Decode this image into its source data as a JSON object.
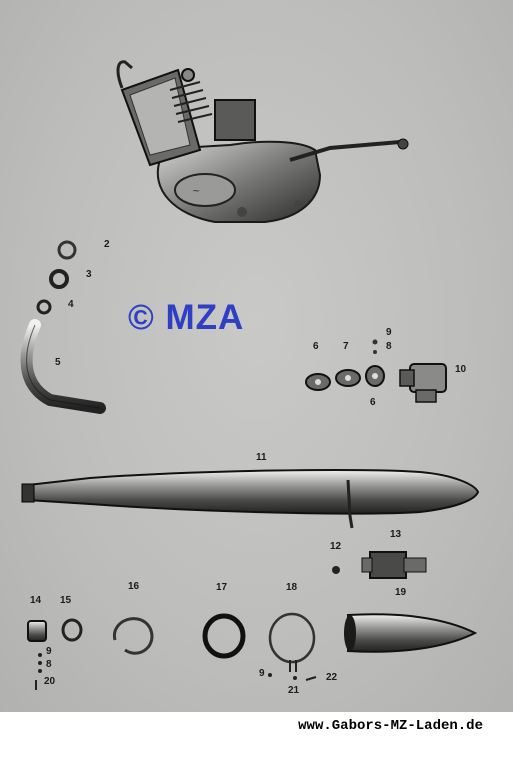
{
  "watermark": "© MZA",
  "footer_url": "www.Gabors-MZ-Laden.de",
  "part_labels": {
    "p2": "2",
    "p3": "3",
    "p4": "4",
    "p5": "5",
    "p6a": "6",
    "p7": "7",
    "p6b": "6",
    "p9a": "9",
    "p8a": "8",
    "p10": "10",
    "p11": "11",
    "p12": "12",
    "p13": "13",
    "p19": "19",
    "p14": "14",
    "p15": "15",
    "p16": "16",
    "p17": "17",
    "p18": "18",
    "p9b": "9",
    "p8b": "8",
    "p20": "20",
    "p9c": "9",
    "p21": "21",
    "p22": "22"
  }
}
